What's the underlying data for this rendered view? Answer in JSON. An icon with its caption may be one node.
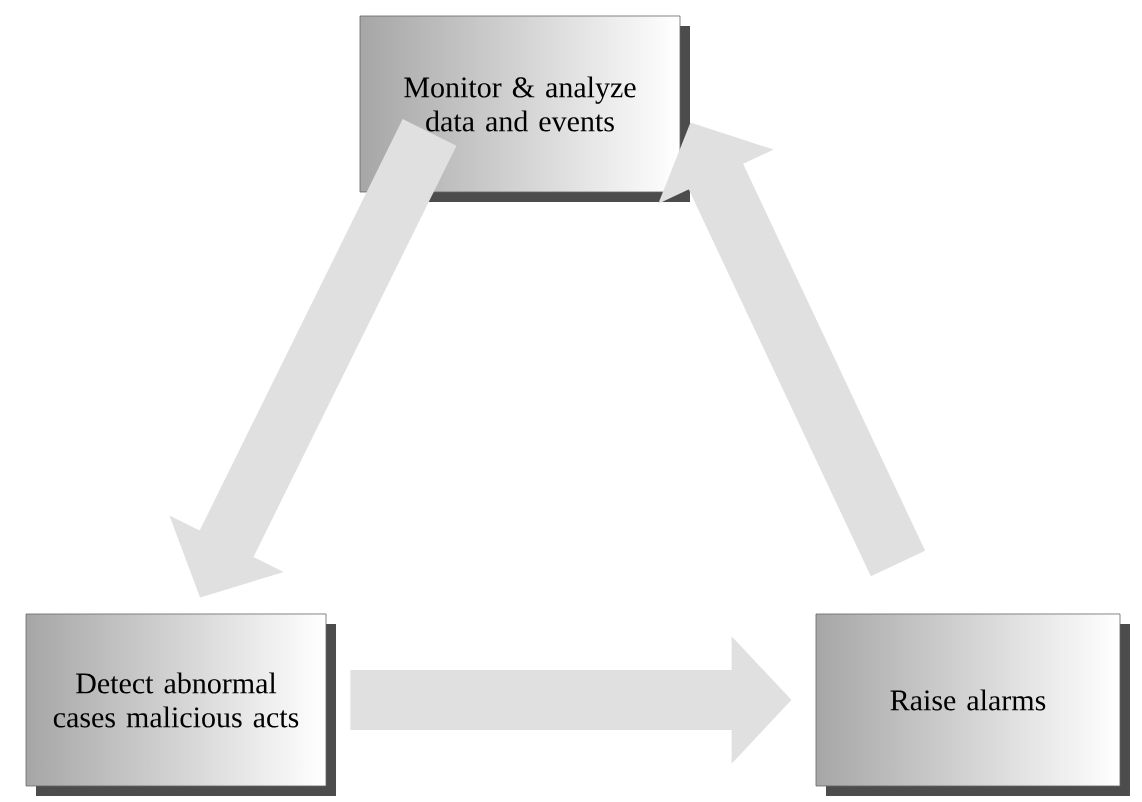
{
  "diagram": {
    "nodes": [
      {
        "text": [
          "Monitor & analyze data and events"
        ]
      },
      {
        "text": [
          "Detect abnormal cases malicious acts"
        ]
      },
      {
        "text": [
          "Raise alarms"
        ]
      }
    ],
    "edges": [
      {
        "from": 0,
        "to": 1,
        "arrow": "to"
      },
      {
        "from": 1,
        "to": 2,
        "arrow": "to"
      },
      {
        "from": 2,
        "to": 0,
        "arrow": "to"
      }
    ]
  }
}
